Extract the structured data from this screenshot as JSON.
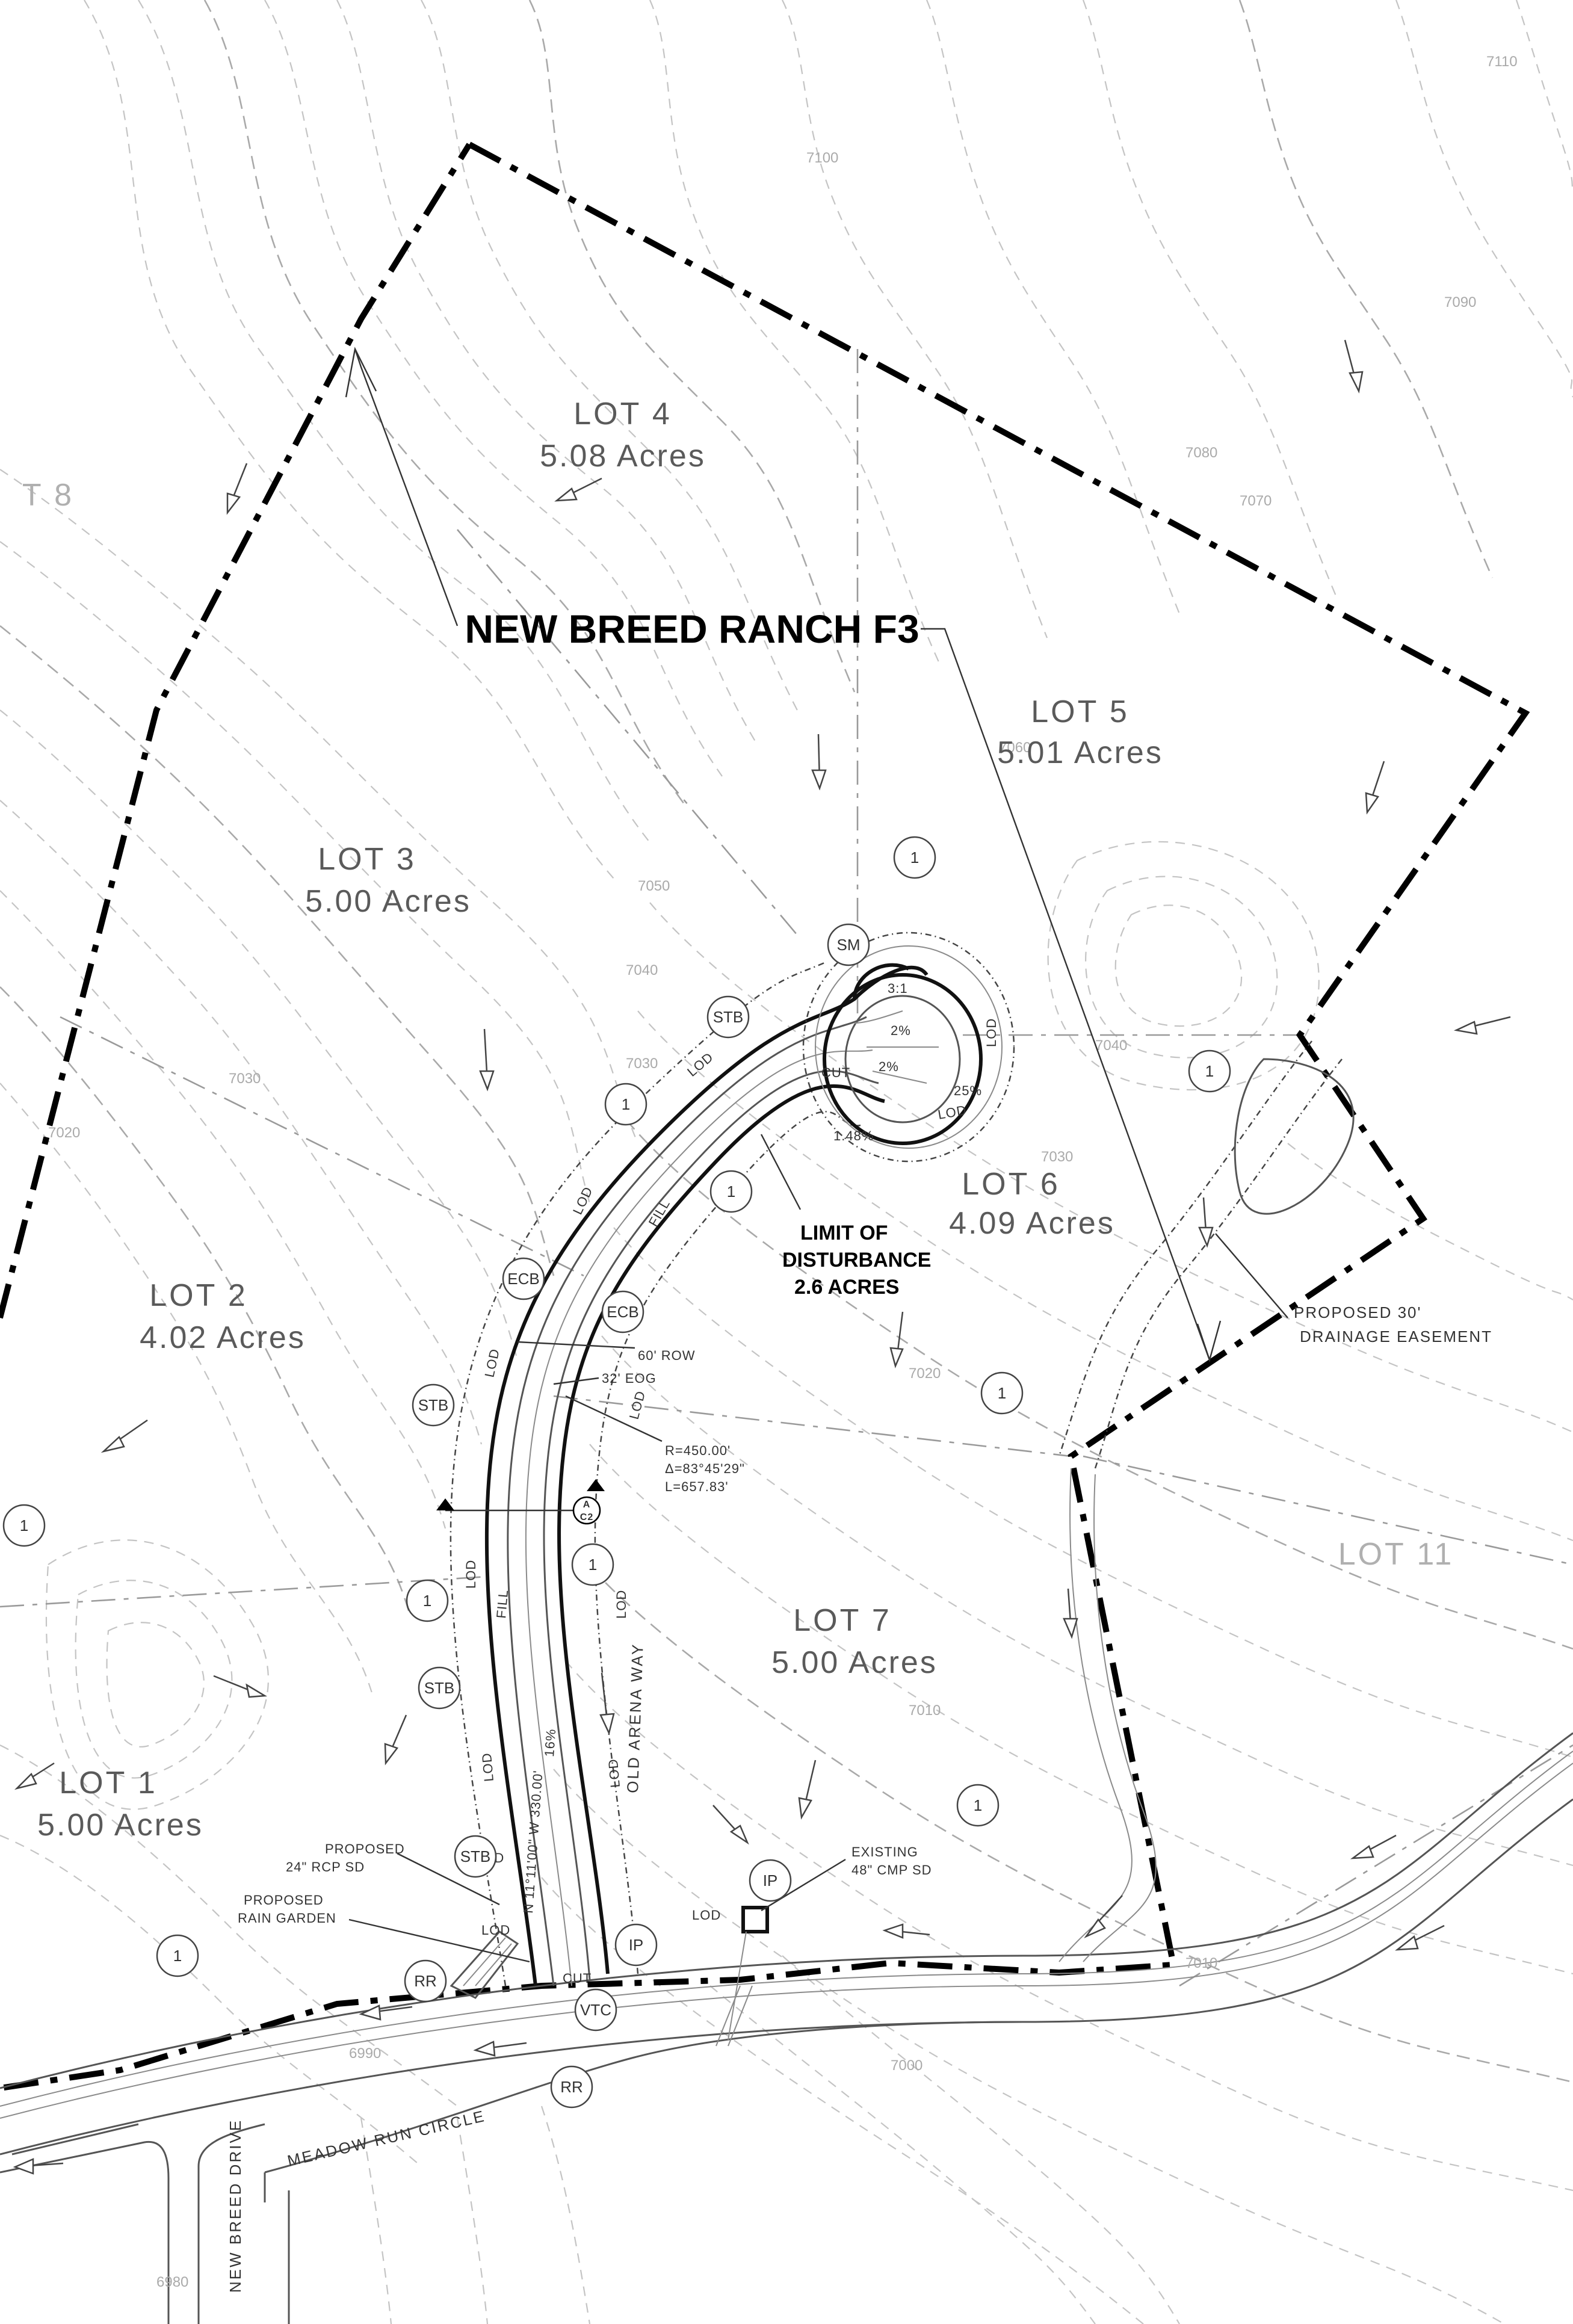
{
  "title": "NEW BREED RANCH F3",
  "lots": [
    {
      "id": "lot-4",
      "label": "LOT 4",
      "area": "5.08 Acres"
    },
    {
      "id": "lot-5",
      "label": "LOT 5",
      "area": "5.01 Acres"
    },
    {
      "id": "lot-3",
      "label": "LOT 3",
      "area": "5.00 Acres"
    },
    {
      "id": "lot-6",
      "label": "LOT 6",
      "area": "4.09 Acres"
    },
    {
      "id": "lot-2",
      "label": "LOT 2",
      "area": "4.02 Acres"
    },
    {
      "id": "lot-7",
      "label": "LOT 7",
      "area": "5.00 Acres"
    },
    {
      "id": "lot-1",
      "label": "LOT 1",
      "area": "5.00 Acres"
    },
    {
      "id": "lot-11",
      "label": "LOT 11",
      "area": ""
    },
    {
      "id": "lot-8",
      "label": "T 8",
      "area": ""
    }
  ],
  "notes": {
    "limit_of_disturbance": [
      "LIMIT OF",
      "DISTURBANCE",
      "2.6 ACRES"
    ],
    "drainage_easement": [
      "PROPOSED 30'",
      "DRAINAGE EASEMENT"
    ],
    "row": "60' ROW",
    "eog": "32' EOG",
    "curve": [
      "R=450.00'",
      "Δ=83°45'29\"",
      "L=657.83'"
    ],
    "proposed_rcp": [
      "PROPOSED",
      "24\" RCP SD"
    ],
    "rain_garden": [
      "PROPOSED",
      "RAIN GARDEN"
    ],
    "existing_cmp": [
      "EXISTING",
      "48\" CMP SD"
    ],
    "bearing": "N 11°11'00\" W 330.00'",
    "slope_road": "16%",
    "slope_cul": "1.48%",
    "section": {
      "letter": "A",
      "sheet": "C2"
    }
  },
  "streets": {
    "old_arena": "OLD ARENA WAY",
    "meadow_run": "MEADOW RUN CIRCLE",
    "new_breed": "NEW BREED DRIVE"
  },
  "tags": {
    "one": "1",
    "sm": "SM",
    "stb": "STB",
    "ecb": "ECB",
    "ip": "IP",
    "rr": "RR",
    "vtc": "VTC",
    "lod": "LOD",
    "cut": "CUT",
    "fill": "FILL"
  },
  "elevations": [
    "7110",
    "7100",
    "7090",
    "7080",
    "7070",
    "7060",
    "7050",
    "7040",
    "7030",
    "7020",
    "7010",
    "7000",
    "6990",
    "6980"
  ],
  "slopes": [
    "2%",
    "25%",
    "3:1"
  ]
}
